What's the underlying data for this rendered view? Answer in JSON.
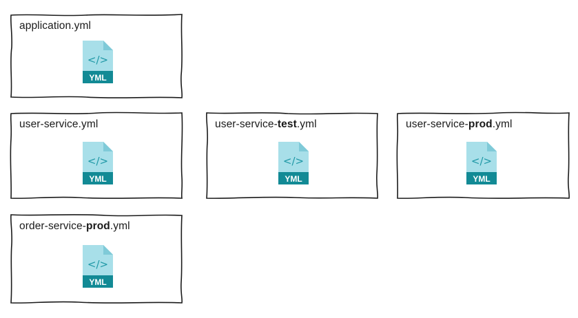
{
  "cards": [
    {
      "id": "application",
      "parts": [
        {
          "text": "application.yml",
          "bold": false
        }
      ],
      "icon": "yml-file-icon"
    },
    {
      "id": "user-service",
      "parts": [
        {
          "text": "user-service.yml",
          "bold": false
        }
      ],
      "icon": "yml-file-icon"
    },
    {
      "id": "user-service-test",
      "parts": [
        {
          "text": "user-service-",
          "bold": false
        },
        {
          "text": "test",
          "bold": true
        },
        {
          "text": ".yml",
          "bold": false
        }
      ],
      "icon": "yml-file-icon"
    },
    {
      "id": "user-service-prod",
      "parts": [
        {
          "text": "user-service-",
          "bold": false
        },
        {
          "text": "prod",
          "bold": true
        },
        {
          "text": ".yml",
          "bold": false
        }
      ],
      "icon": "yml-file-icon"
    },
    {
      "id": "order-service-prod",
      "parts": [
        {
          "text": "order-service-",
          "bold": false
        },
        {
          "text": "prod",
          "bold": true
        },
        {
          "text": ".yml",
          "bold": false
        }
      ],
      "icon": "yml-file-icon"
    }
  ],
  "icon": {
    "code_glyph": "</>",
    "band_label": "YML"
  },
  "colors": {
    "icon_light": "#a8dfe9",
    "icon_fold": "#7fcad8",
    "icon_band": "#128a95",
    "icon_code": "#1f98a6",
    "frame_stroke": "#1a1a1a"
  }
}
